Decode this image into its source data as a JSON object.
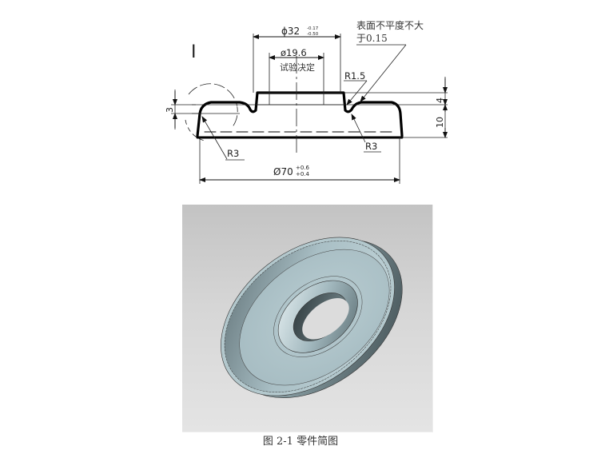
{
  "drawing": {
    "view_label": "I",
    "dim_outer_diameter": "Ø70",
    "dim_outer_tol_upper": "+0.6",
    "dim_outer_tol_lower": "+0.4",
    "dim_boss_diameter": "ϕ32",
    "dim_boss_tol_upper": "-0.17",
    "dim_boss_tol_lower": "-0.50",
    "dim_hole_diameter": "ø19.6",
    "dim_hole_note": "试验决定",
    "note_flatness_line1": "表面不平度不大",
    "note_flatness_line2": "于0.15",
    "radius_inner_bend": "R1.5",
    "radius_right": "R3",
    "radius_left": "R3",
    "dim_step_height": "3",
    "dim_boss_height": "4",
    "dim_total_height": "10"
  },
  "render": {
    "description": "3D shaded model of stamped cup-shaped part",
    "part_color": "#a9c0c6",
    "shadow_color": "#3f4c50"
  },
  "caption": {
    "text": "图 2-1  零件简图"
  }
}
